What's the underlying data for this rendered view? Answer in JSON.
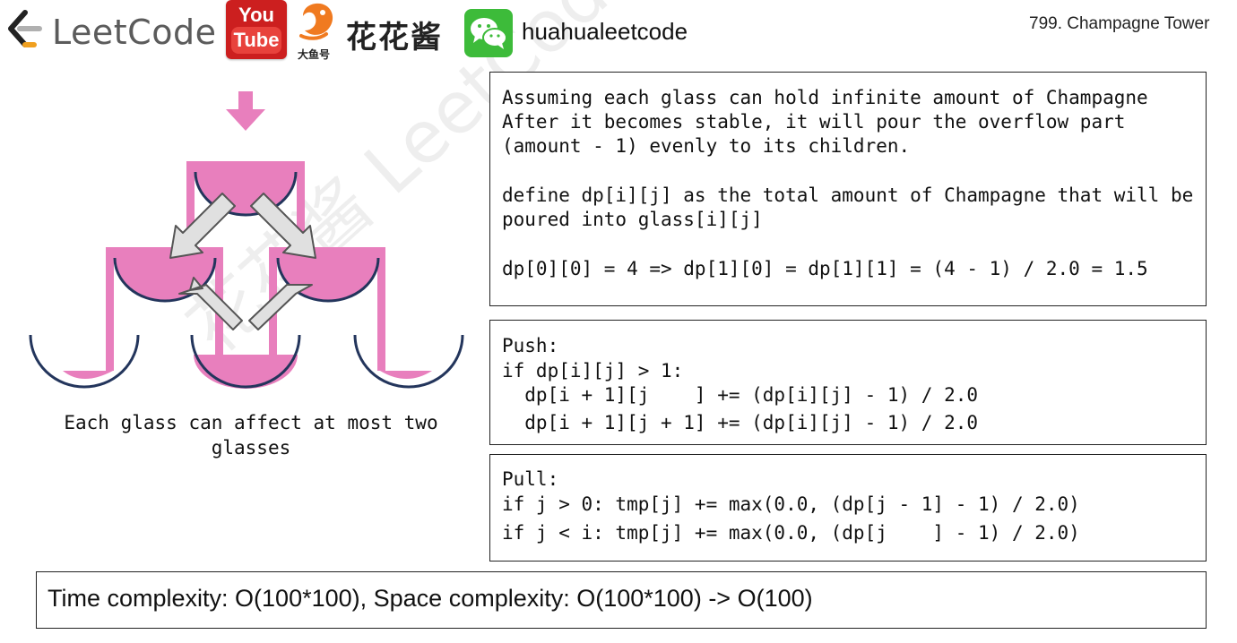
{
  "header": {
    "brand": "LeetCode",
    "youtube_top": "You",
    "youtube_bottom": "Tube",
    "douyu_label": "大鱼号",
    "huahua_label": "花花酱",
    "wechat_account": "huahualeetcode",
    "problem_title": "799. Champagne Tower",
    "icons": [
      "leetcode-logo-icon",
      "youtube-logo-icon",
      "douyu-fish-icon",
      "wechat-icon"
    ]
  },
  "diagram": {
    "caption_line1": "Each glass can affect at most two",
    "caption_line2": "glasses",
    "colors": {
      "fill": "#e87fbd",
      "stroke": "#23355c",
      "arrow_fill": "#e0e0e0",
      "pour_arrow": "#e87fbd"
    }
  },
  "explanation": {
    "lines": [
      "Assuming each glass can hold infinite amount of Champagne",
      "After it becomes stable, it will pour the overflow part",
      "(amount - 1) evenly to its children.",
      "define dp[i][j] as the total amount of Champagne that will be",
      "poured into glass[i][j]",
      "dp[0][0] = 4 => dp[1][0] = dp[1][1] = (4 - 1) / 2.0 = 1.5"
    ]
  },
  "push": {
    "lines": [
      "Push:",
      "if dp[i][j] > 1:",
      "  dp[i + 1][j    ] += (dp[i][j] - 1) / 2.0",
      "  dp[i + 1][j + 1] += (dp[i][j] - 1) / 2.0"
    ]
  },
  "pull": {
    "lines": [
      "Pull:",
      "if j > 0: tmp[j] += max(0.0, (dp[j - 1] - 1) / 2.0)",
      "if j < i: tmp[j] += max(0.0, (dp[j    ] - 1) / 2.0)"
    ]
  },
  "complexity": {
    "text": "Time complexity: O(100*100), Space complexity: O(100*100) -> O(100)"
  },
  "watermark": "花花酱 LeetCode http://zxi.mytechroad.com/blog/"
}
